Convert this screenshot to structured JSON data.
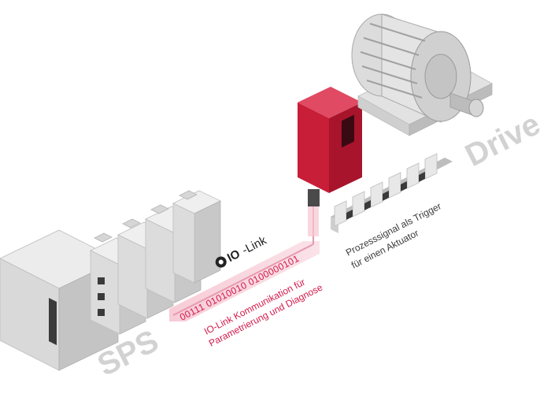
{
  "labels": {
    "sps": "SPS",
    "drive": "Drive",
    "binary": "00111 01010010 0100000101",
    "io_link_comm_line1": "IO-Link Kommunikation für",
    "io_link_comm_line2": "Parametrierung und Diagnose",
    "process_line1": "Prozesssignal als Trigger",
    "process_line2": "für einen Aktuator",
    "logo_bold": "IO",
    "logo_rest": "-Link"
  },
  "colors": {
    "accent_red": "#d4194a",
    "sensor_red": "#c81e38",
    "gray_light": "#e6e6e6",
    "gray_mid": "#c8c8c8",
    "gray_dark": "#a8a8a8"
  }
}
